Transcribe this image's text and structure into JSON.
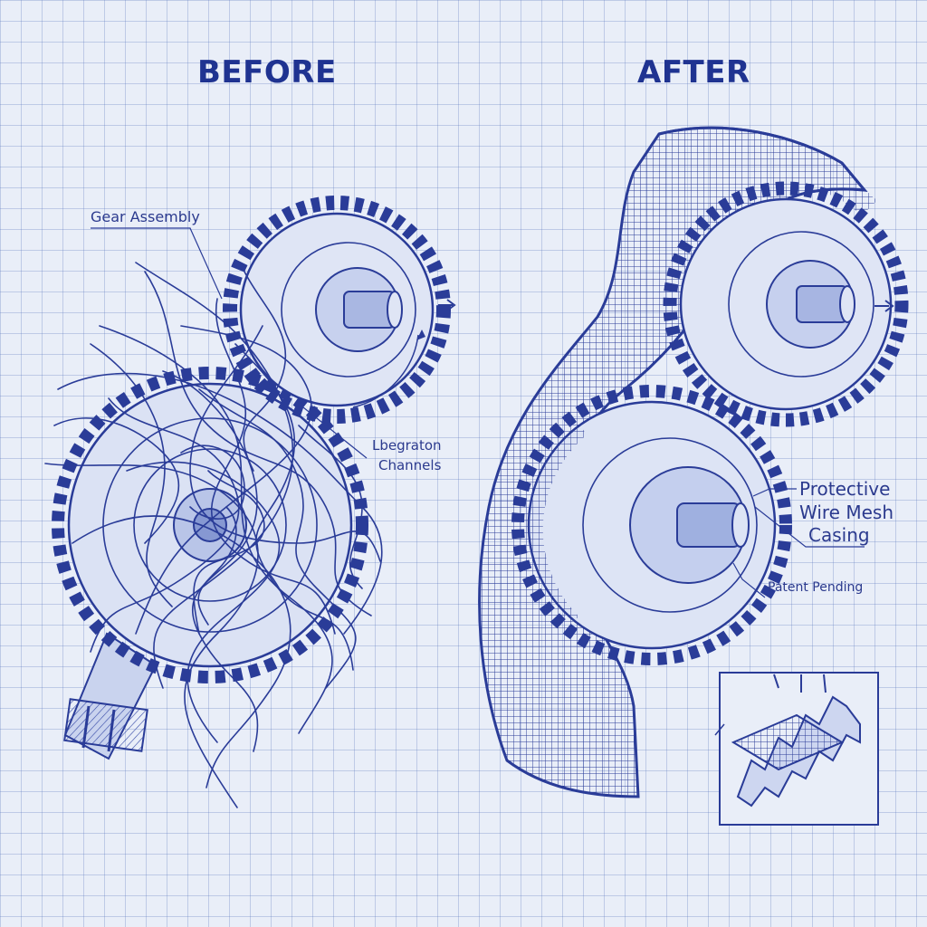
{
  "headings": {
    "before": "BEFORE",
    "after": "AFTER"
  },
  "labels": {
    "gear_assembly": "Gear Assembly",
    "channels_line1": "Lbegraton",
    "channels_line2": "Channels",
    "mesh_line1": "Protective",
    "mesh_line2": "Wire Mesh",
    "mesh_line3": "Casing",
    "patent": "Patent Pending"
  },
  "colors": {
    "paper": "#e9eef8",
    "grid": "#5a78be",
    "ink": "#1f3391"
  }
}
